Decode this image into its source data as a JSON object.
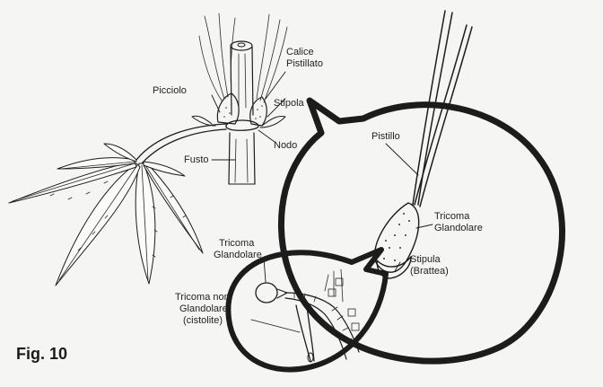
{
  "figure": {
    "caption": "Fig. 10",
    "labels": {
      "calice": "Calice",
      "pistillato": "Pistillato",
      "picciolo": "Picciolo",
      "stipola": "Stipola",
      "nodo": "Nodo",
      "fusto": "Fusto",
      "pistillo": "Pistillo",
      "tricoma_glandolare_1": "Tricoma",
      "tricoma_glandolare_2": "Glandolare",
      "stipula_1": "Stipula",
      "stipula_2": "(Brattea)",
      "tricoma_small_1": "Tricoma",
      "tricoma_small_2": "Glandolare",
      "non_glandolare_1": "Tricoma non",
      "non_glandolare_2": "Glandolare",
      "non_glandolare_3": "(cistolite)"
    }
  }
}
